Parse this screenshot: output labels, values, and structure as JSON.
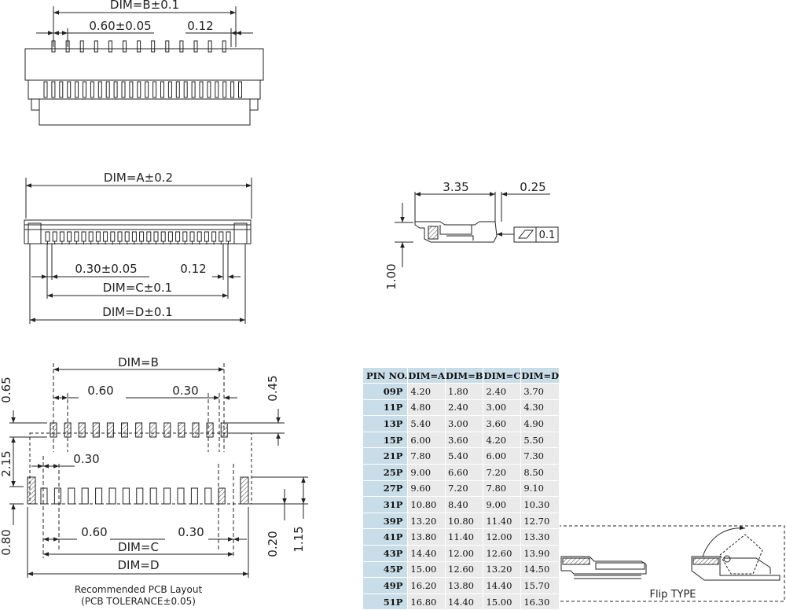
{
  "top_view": {
    "dim_b": "DIM=B±0.1",
    "pitch": "0.60±0.05",
    "pin_w": "0.12"
  },
  "front_view": {
    "dim_a": "DIM=A±0.2",
    "pitch": "0.30±0.05",
    "pin_w": "0.12",
    "dim_c": "DIM=C±0.1",
    "dim_d": "DIM=D±0.1"
  },
  "side_view": {
    "depth": "3.35",
    "overhang": "0.25",
    "height": "1.00",
    "flatness": "0.1"
  },
  "pcb_layout": {
    "dim_b": "DIM=B",
    "pitch_top": "0.60",
    "spacing_top": "0.30",
    "offset": "0.30",
    "pitch_bottom": "0.60",
    "spacing_bottom": "0.30",
    "dim_c": "DIM=C",
    "dim_d": "DIM=D",
    "v_065": "0.65",
    "v_215": "2.15",
    "v_080": "0.80",
    "v_045": "0.45",
    "v_020": "0.20",
    "v_115": "1.15",
    "caption_line1": "Recommended PCB Layout",
    "caption_line2": "(PCB TOLERANCE±0.05)"
  },
  "table": {
    "headers": [
      "PIN NO.",
      "DIM=A",
      "DIM=B",
      "DIM=C",
      "DIM=D"
    ],
    "rows": [
      [
        "09P",
        "4.20",
        "1.80",
        "2.40",
        "3.70"
      ],
      [
        "11P",
        "4.80",
        "2.40",
        "3.00",
        "4.30"
      ],
      [
        "13P",
        "5.40",
        "3.00",
        "3.60",
        "4.90"
      ],
      [
        "15P",
        "6.00",
        "3.60",
        "4.20",
        "5.50"
      ],
      [
        "21P",
        "7.80",
        "5.40",
        "6.00",
        "7.30"
      ],
      [
        "25P",
        "9.00",
        "6.60",
        "7.20",
        "8.50"
      ],
      [
        "27P",
        "9.60",
        "7.20",
        "7.80",
        "9.10"
      ],
      [
        "31P",
        "10.80",
        "8.40",
        "9.00",
        "10.30"
      ],
      [
        "39P",
        "13.20",
        "10.80",
        "11.40",
        "12.70"
      ],
      [
        "41P",
        "13.80",
        "11.40",
        "12.00",
        "13.30"
      ],
      [
        "43P",
        "14.40",
        "12.00",
        "12.60",
        "13.90"
      ],
      [
        "45P",
        "15.00",
        "12.60",
        "13.20",
        "14.50"
      ],
      [
        "49P",
        "16.20",
        "13.80",
        "14.40",
        "15.70"
      ],
      [
        "51P",
        "16.80",
        "14.40",
        "15.00",
        "16.30"
      ]
    ]
  },
  "flip": {
    "label": "Flip TYPE"
  }
}
